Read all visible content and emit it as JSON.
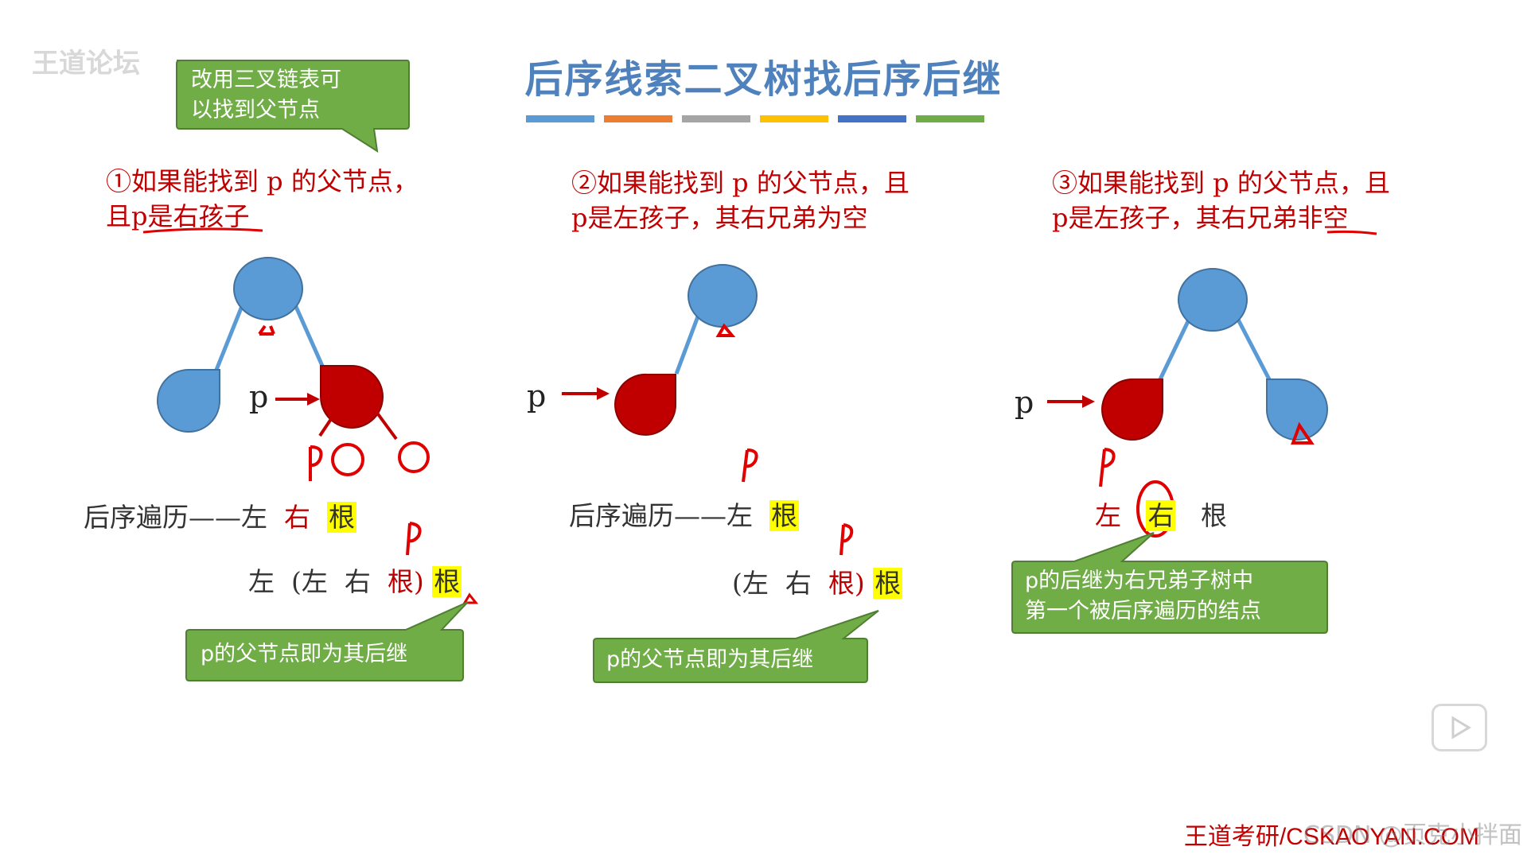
{
  "title": "后序线索二叉树找后序后继",
  "header_bar_colors": [
    "#5b9bd5",
    "#ed7d31",
    "#a5a5a5",
    "#ffc000",
    "#4472c4",
    "#70ad47"
  ],
  "logo_text": "王道论坛",
  "top_callout": "改用三叉链表可\n以找到父节点",
  "cases": [
    {
      "cond_line1": "①如果能找到 p 的父节点，",
      "cond_line2_prefix": "且",
      "cond_line2_underlined": "p是右孩子",
      "pointer_label": "p",
      "traversal_label": "后序遍历——左",
      "trav_right": "右",
      "trav_root": "根",
      "expand_left": "左",
      "expand_open": "(左",
      "expand_right": "右",
      "expand_root": "根)",
      "expand_parent": "根",
      "callout": "p的父节点即为其后继"
    },
    {
      "cond_line1": "②如果能找到 p 的父节点，且",
      "cond_line2": "p是左孩子，其右兄弟为空",
      "pointer_label": "p",
      "traversal_label": "后序遍历——左",
      "trav_root": "根",
      "expand_open": "(左",
      "expand_right": "右",
      "expand_root": "根)",
      "expand_parent": "根",
      "callout": "p的父节点即为其后继"
    },
    {
      "cond_line1": "③如果能找到 p 的父节点，且",
      "cond_line2_prefix": "p是左孩子，其右兄弟",
      "cond_line2_underlined": "非空",
      "pointer_label": "p",
      "trav_left": "左",
      "trav_right": "右",
      "trav_root": "根",
      "callout": "p的后继为右兄弟子树中\n第一个被后序遍历的结点"
    }
  ],
  "footer": "王道考研/CSKAOYAN.COM",
  "watermark": "CSDN @页克小拌面",
  "colors": {
    "title": "#4f81bd",
    "node_blue": "#5b9bd5",
    "node_red": "#c00000",
    "callout_green": "#70ad47",
    "highlight": "#ffff00"
  }
}
